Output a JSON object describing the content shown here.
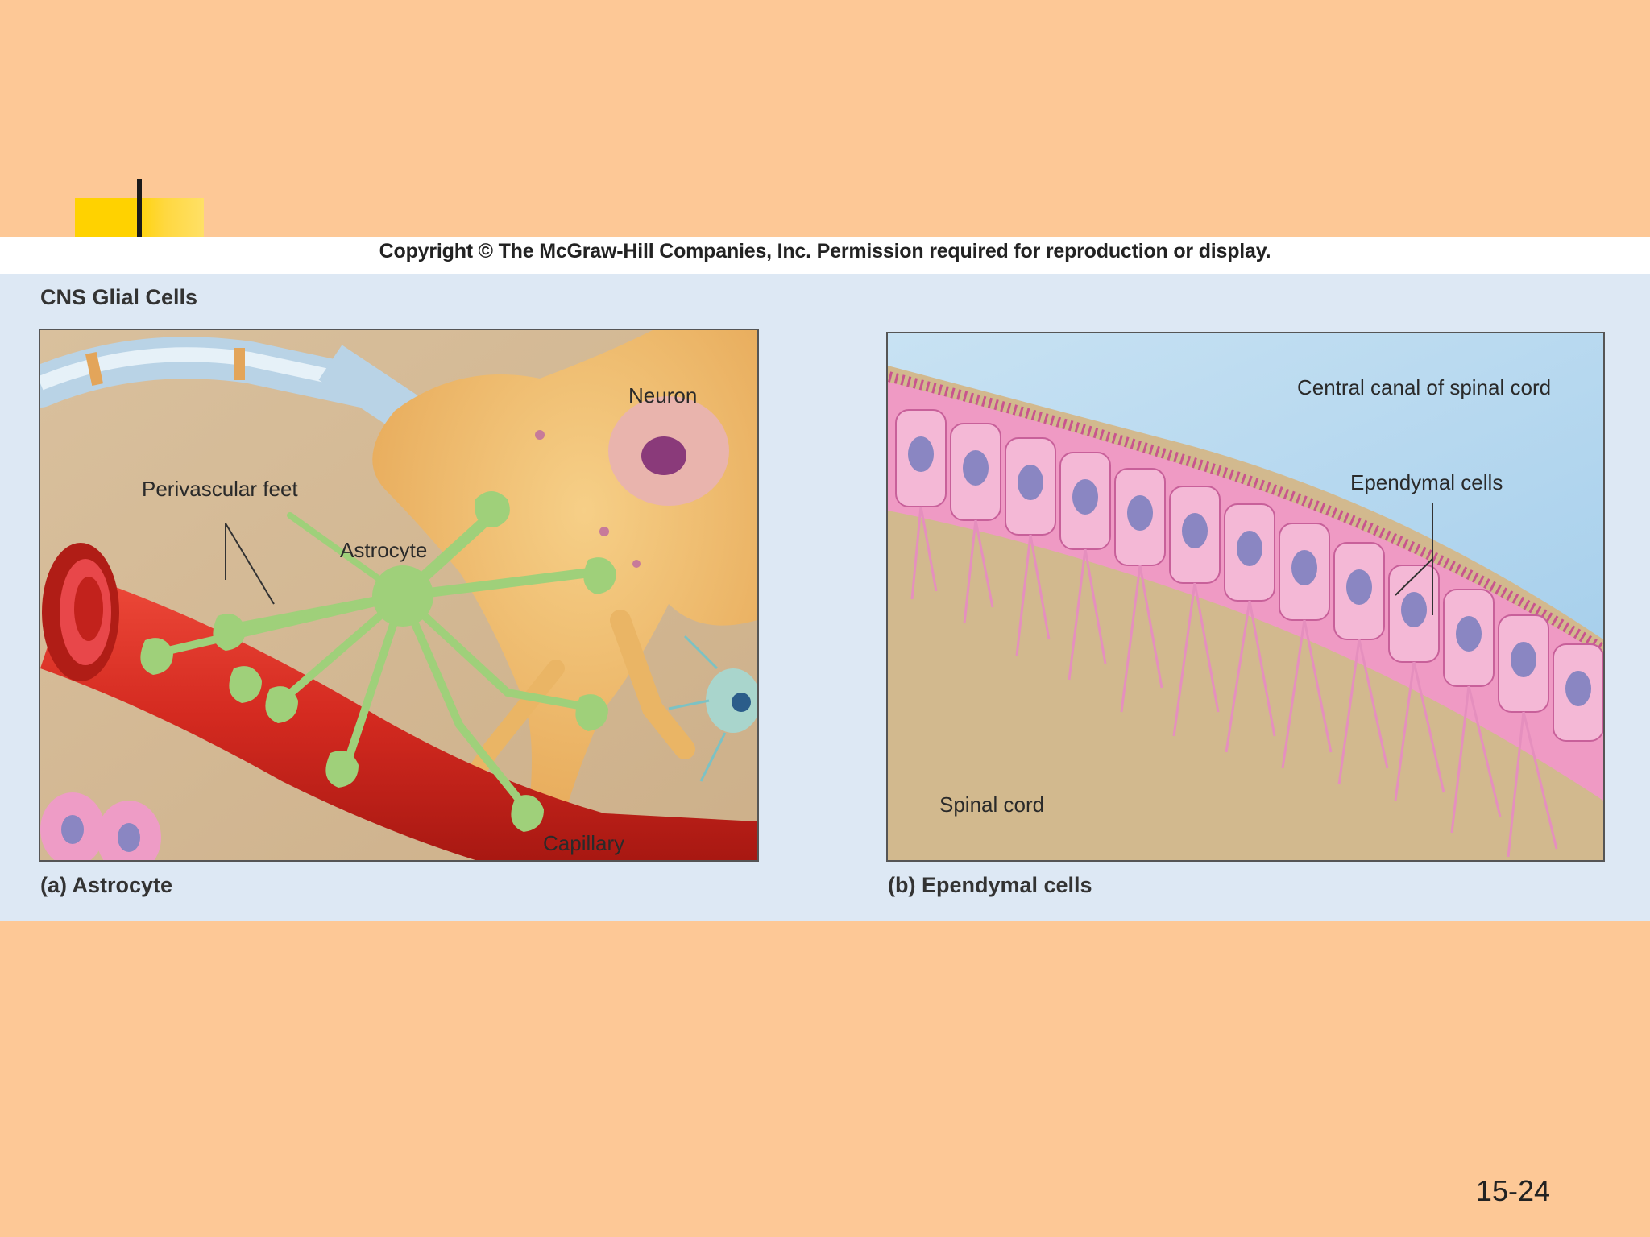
{
  "copyright": "Copyright © The McGraw-Hill Companies, Inc. Permission required for reproduction or display.",
  "figure": {
    "title": "CNS Glial Cells",
    "panel_a": {
      "caption": "(a) Astrocyte",
      "labels": {
        "neuron": "Neuron",
        "perivascular_feet": "Perivascular feet",
        "astrocyte": "Astrocyte",
        "capillary": "Capillary"
      }
    },
    "panel_b": {
      "caption": "(b) Ependymal cells",
      "labels": {
        "central_canal": "Central canal of spinal cord",
        "ependymal_cells": "Ependymal cells",
        "spinal_cord": "Spinal cord"
      }
    }
  },
  "slide_number": "15-24",
  "colors": {
    "background": "#fdc896",
    "accent": "#ffd200",
    "figure_bg": "#dde8f4",
    "capillary": "#d42a20",
    "astrocyte": "#9fd07a",
    "neuron": "#f2c071",
    "ependymal": "#ef9ac4",
    "canal": "#bcd9ee"
  }
}
